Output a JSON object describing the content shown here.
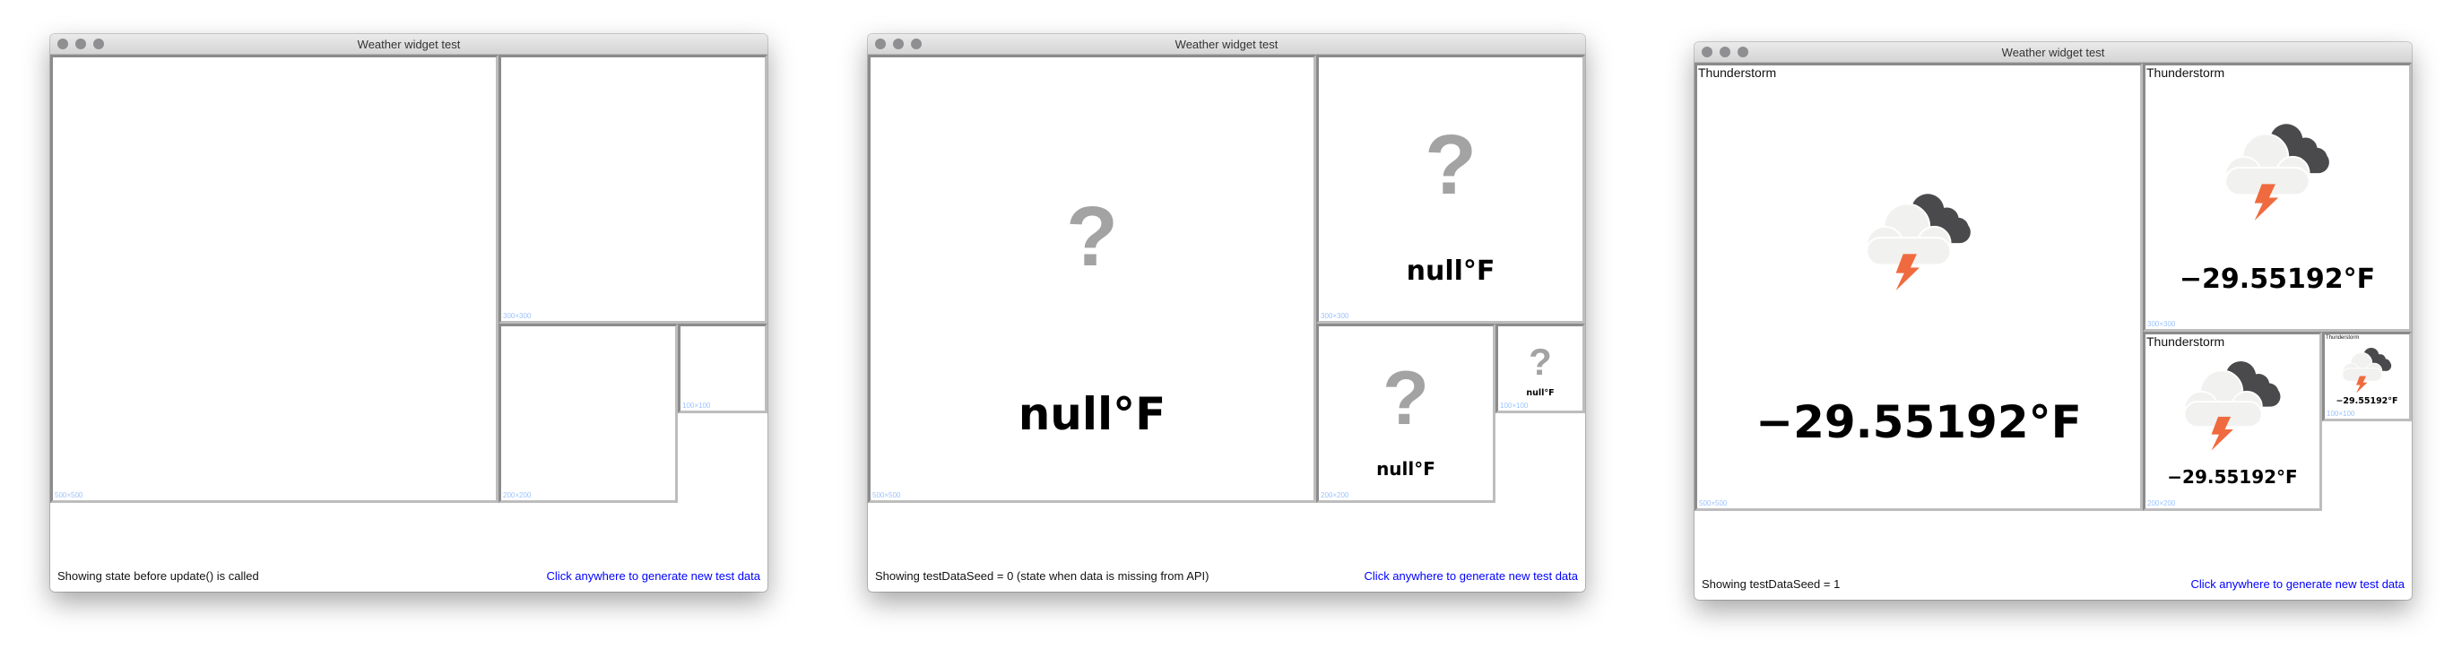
{
  "colors": {
    "question_mark": "#a3a3a3",
    "light_cloud": "#f1f1ef",
    "dark_cloud": "#4a4a4d",
    "bolt": "#ef6a3e",
    "link": "#0000ff",
    "size_label": "#9cc3ff"
  },
  "windows": [
    {
      "title": "Weather widget test",
      "status": "Showing state before update() is called",
      "link": "Click anywhere to generate new test data",
      "state": "empty",
      "widgets": [
        {
          "size_label": "500×500"
        },
        {
          "size_label": "300×300"
        },
        {
          "size_label": "200×200"
        },
        {
          "size_label": "100×100"
        }
      ]
    },
    {
      "title": "Weather widget test",
      "status": "Showing testDataSeed = 0 (state when data is missing from API)",
      "link": "Click anywhere to generate new test data",
      "state": "missing",
      "widgets": [
        {
          "size_label": "500×500",
          "icon": "question-mark-icon",
          "icon_text": "?",
          "temperature": "null°F"
        },
        {
          "size_label": "300×300",
          "icon": "question-mark-icon",
          "icon_text": "?",
          "temperature": "null°F"
        },
        {
          "size_label": "200×200",
          "icon": "question-mark-icon",
          "icon_text": "?",
          "temperature": "null°F"
        },
        {
          "size_label": "100×100",
          "icon": "question-mark-icon",
          "icon_text": "?",
          "temperature": "null°F"
        }
      ]
    },
    {
      "title": "Weather widget test",
      "status": "Showing testDataSeed = 1",
      "link": "Click anywhere to generate new test data",
      "state": "data",
      "widgets": [
        {
          "size_label": "500×500",
          "icon": "thunderstorm-icon",
          "condition": "Thunderstorm",
          "temperature": "−29.55192°F"
        },
        {
          "size_label": "300×300",
          "icon": "thunderstorm-icon",
          "condition": "Thunderstorm",
          "temperature": "−29.55192°F"
        },
        {
          "size_label": "200×200",
          "icon": "thunderstorm-icon",
          "condition": "Thunderstorm",
          "temperature": "−29.55192°F"
        },
        {
          "size_label": "100×100",
          "icon": "thunderstorm-icon",
          "condition": "Thunderstorm",
          "temperature": "−29.55192°F"
        }
      ]
    }
  ]
}
